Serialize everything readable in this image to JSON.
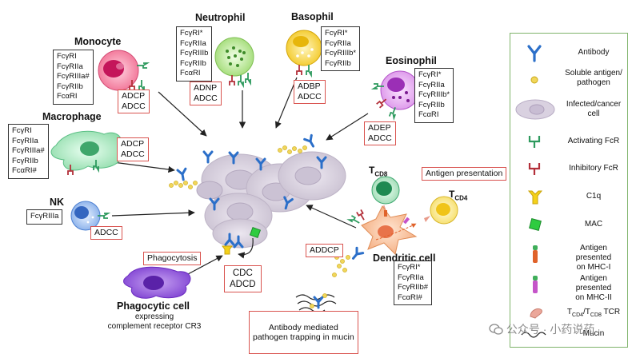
{
  "cells": {
    "neutrophil": {
      "title": "Neutrophil",
      "receptors": [
        "FcγRI*",
        "FcγRIIa",
        "FcγRIIIb",
        "FcγRIIb",
        "FcαRI"
      ],
      "functions": [
        "ADNP",
        "ADCC"
      ]
    },
    "basophil": {
      "title": "Basophil",
      "receptors": [
        "FcγRI*",
        "FcγRIIa",
        "FcγRIIIb*",
        "FcγRIIb"
      ],
      "functions": [
        "ADBP",
        "ADCC"
      ]
    },
    "monocyte": {
      "title": "Monocyte",
      "receptors": [
        "FcγRI",
        "FcγRIIa",
        "FcγRIIIa#",
        "FcγRIIb",
        "FcαRI"
      ],
      "functions": [
        "ADCP",
        "ADCC"
      ]
    },
    "eosinophil": {
      "title": "Eosinophil",
      "receptors": [
        "FcγRI*",
        "FcγRIIa",
        "FcγRIIIb*",
        "FcγRIIb",
        "FcαRI"
      ],
      "functions": [
        "ADEP",
        "ADCC"
      ]
    },
    "macrophage": {
      "title": "Macrophage",
      "receptors": [
        "FcγRI",
        "FcγRIIa",
        "FcγRIIIa#",
        "FcγRIIb",
        "FcαRI#"
      ],
      "functions": [
        "ADCP",
        "ADCC"
      ]
    },
    "nk": {
      "title": "NK",
      "receptors": [
        "FcγRIIIa"
      ],
      "functions": [
        "ADCC"
      ]
    },
    "dendritic": {
      "title": "Dendritic cell",
      "receptors": [
        "FcγRI*",
        "FcγRIIa",
        "FcγRIIb#",
        "FcαRI#"
      ],
      "functions": [
        "ADDCP"
      ]
    },
    "phagocytic": {
      "title": "Phagocytic cell",
      "subtitle": "expressing\ncomplement receptor CR3",
      "functions": [
        "Phagocytosis"
      ]
    }
  },
  "center": {
    "cdc": "CDC",
    "adcd": "ADCD",
    "antigen_presentation": "Antigen presentation",
    "mucin_trap": "Antibody mediated\npathogen trapping in mucin",
    "tcd8_main": "T",
    "tcd8_sub": "CD8",
    "tcd4_main": "T",
    "tcd4_sub": "CD4"
  },
  "legend": {
    "items": [
      {
        "icon": "antibody-icon",
        "label": "Antibody"
      },
      {
        "icon": "soluble-antigen-icon",
        "label": "Soluble antigen/\npathogen"
      },
      {
        "icon": "infected-cell-icon",
        "label": "Infected/cancer\ncell"
      },
      {
        "icon": "activating-fcr-icon",
        "label": "Activating FcR"
      },
      {
        "icon": "inhibitory-fcr-icon",
        "label": "Inhibitory FcR"
      },
      {
        "icon": "c1q-icon",
        "label": "C1q"
      },
      {
        "icon": "mac-icon",
        "label": "MAC"
      },
      {
        "icon": "mhc1-icon",
        "label": "Antigen presented\non MHC-I"
      },
      {
        "icon": "mhc2-icon",
        "label": "Antigen presented\non MHC-II"
      },
      {
        "icon": "tcr-icon",
        "label": "T",
        "label_sub1": "CD4",
        "label_mid": "/T",
        "label_sub2": "CD8",
        "label_end": " TCR"
      },
      {
        "icon": "mucin-icon",
        "label": "Mucin"
      }
    ]
  },
  "watermark": "公众号 · 小药说药",
  "colors": {
    "antibody": "#2b6fc9",
    "activating": "#2e9a5e",
    "inhibitory": "#b3303a",
    "infected_cell": "#d4cdd9",
    "mac": "#2ecc40",
    "c1q": "#f4d11a",
    "function_border": "#d9534f",
    "legend_border": "#7fb36a"
  }
}
